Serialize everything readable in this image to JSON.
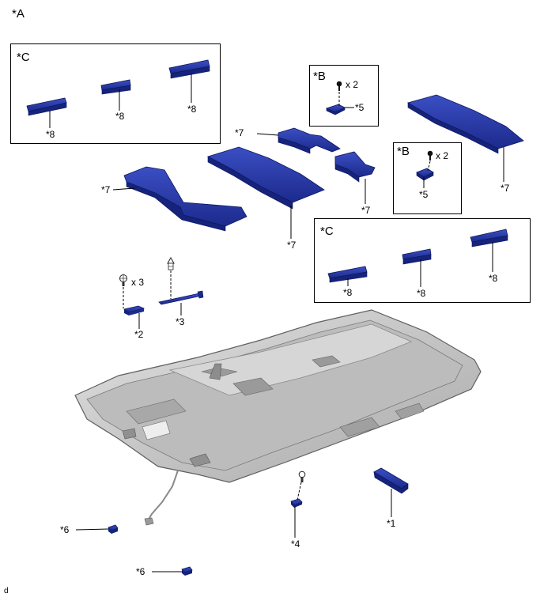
{
  "diagram": {
    "view_label": "*A",
    "figure_code": "d",
    "group_c_label": "*C",
    "group_b_label": "*B",
    "qty_x2": "x 2",
    "qty_x3": "x 3",
    "part_1": "*1",
    "part_2": "*2",
    "part_3": "*3",
    "part_4": "*4",
    "part_5": "*5",
    "part_6": "*6",
    "part_7": "*7",
    "part_8": "*8",
    "colors": {
      "part_fill": "#22309a",
      "part_edge": "#0c1660",
      "headliner_fill": "#c9c9c9",
      "headliner_edge": "#6e6e6e",
      "line": "#000000"
    }
  }
}
